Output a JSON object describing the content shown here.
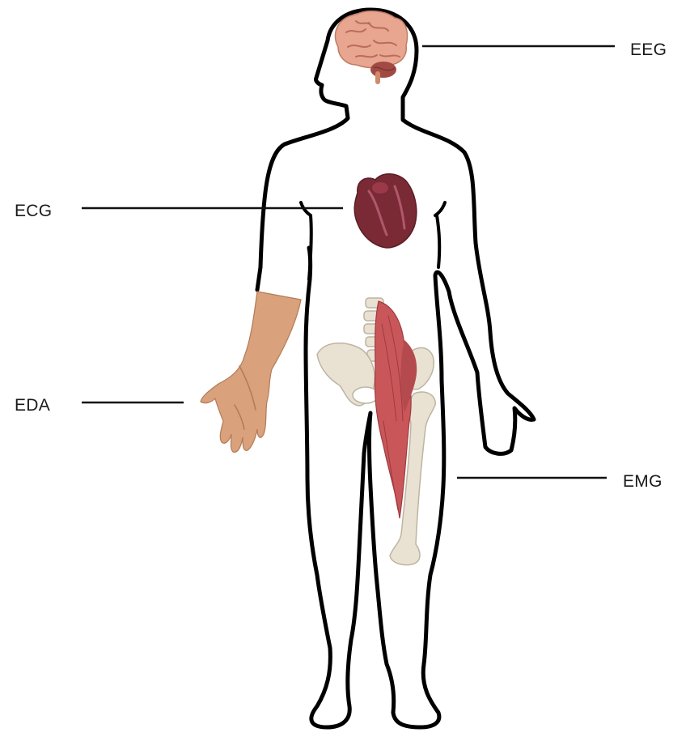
{
  "labels": {
    "eeg": "EEG",
    "ecg": "ECG",
    "eda": "EDA",
    "emg": "EMG"
  },
  "colors": {
    "outline": "#000000",
    "callout_line": "#111111",
    "brain": "#e8a58f",
    "brain_fold": "#b96d5b",
    "cerebellum": "#a14a44",
    "heart": "#7a2a34",
    "heart_highlight": "#b0576a",
    "skin": "#d9a27c",
    "skin_shadow": "#b37a55",
    "bone": "#e9e2d3",
    "bone_shadow": "#bdb4a2",
    "muscle": "#c9575a",
    "muscle_dark": "#9e3a3e"
  },
  "icons": [
    "brain-icon",
    "heart-icon",
    "hand-icon",
    "pelvis-muscle-icon"
  ]
}
